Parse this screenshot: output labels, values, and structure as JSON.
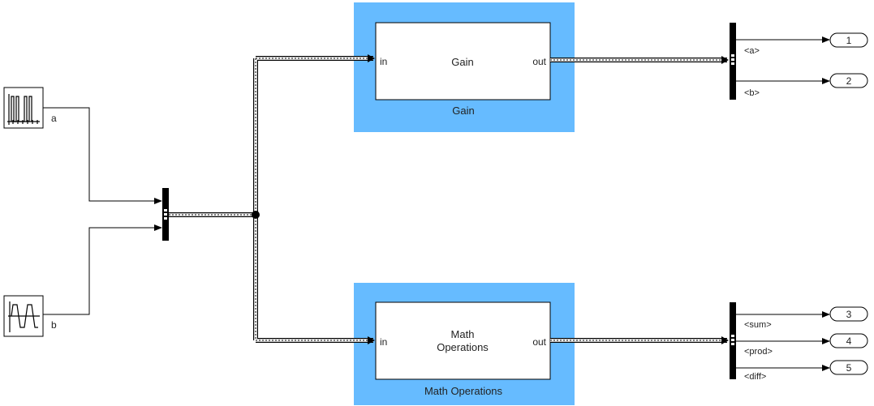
{
  "colors": {
    "subsystem_highlight": "#66bbff",
    "line": "#000000",
    "block_fill": "#ffffff"
  },
  "sources": [
    {
      "icon": "pulse-generator-icon",
      "signal": "a"
    },
    {
      "icon": "sine-wave-icon",
      "signal": "b"
    }
  ],
  "subsystems": [
    {
      "block_label": "Gain",
      "caption": "Gain",
      "in_port": "in",
      "out_port": "out"
    },
    {
      "block_label_line1": "Math",
      "block_label_line2": "Operations",
      "caption": "Math Operations",
      "in_port": "in",
      "out_port": "out"
    }
  ],
  "selector_top": {
    "signals": [
      "<a>",
      "<b>"
    ]
  },
  "selector_bottom": {
    "signals": [
      "<sum>",
      "<prod>",
      "<diff>"
    ]
  },
  "outports": [
    "1",
    "2",
    "3",
    "4",
    "5"
  ]
}
